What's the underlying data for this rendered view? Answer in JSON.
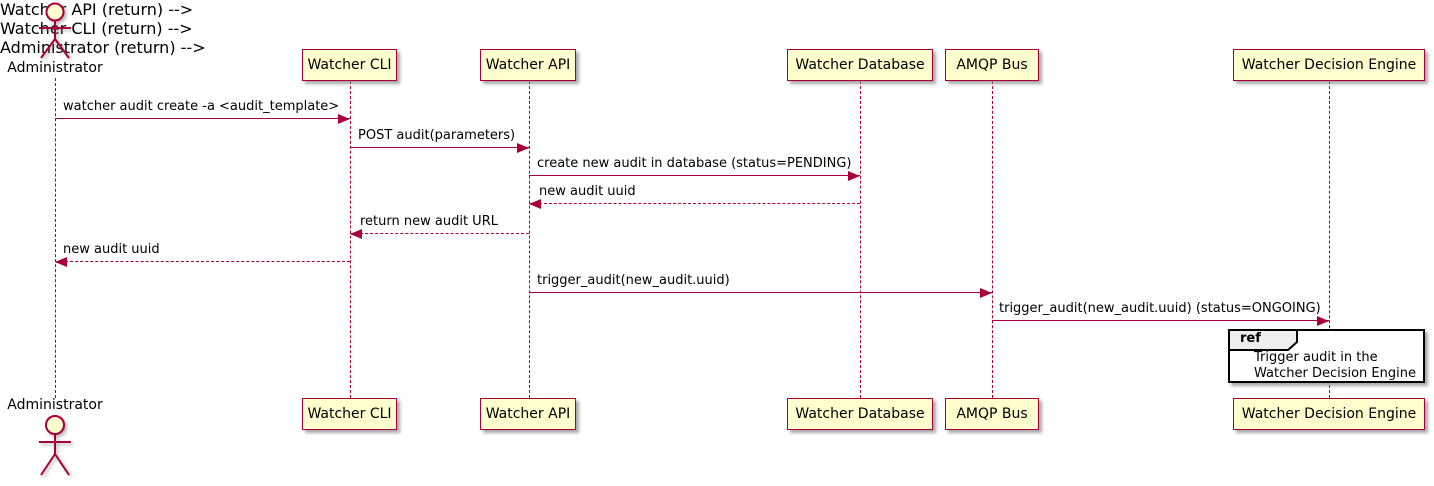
{
  "diagram": {
    "type": "uml-sequence",
    "participants": [
      {
        "name": "Administrator",
        "kind": "actor"
      },
      {
        "name": "Watcher CLI",
        "kind": "participant"
      },
      {
        "name": "Watcher API",
        "kind": "participant"
      },
      {
        "name": "Watcher Database",
        "kind": "participant"
      },
      {
        "name": "AMQP Bus",
        "kind": "participant"
      },
      {
        "name": "Watcher Decision Engine",
        "kind": "participant"
      }
    ],
    "messages": [
      {
        "from": "Administrator",
        "to": "Watcher CLI",
        "text": "watcher audit create -a <audit_template>",
        "line": "solid",
        "direction": "right"
      },
      {
        "from": "Watcher CLI",
        "to": "Watcher API",
        "text": "POST audit(parameters)",
        "line": "solid",
        "direction": "right"
      },
      {
        "from": "Watcher API",
        "to": "Watcher Database",
        "text": "create new audit in database (status=PENDING)",
        "line": "solid",
        "direction": "right"
      },
      {
        "from": "Watcher Database",
        "to": "Watcher API",
        "text": "new audit uuid",
        "line": "dashed",
        "direction": "left"
      },
      {
        "from": "Watcher API",
        "to": "Watcher CLI",
        "text": "return new audit URL",
        "line": "dashed",
        "direction": "left"
      },
      {
        "from": "Watcher CLI",
        "to": "Administrator",
        "text": "new audit uuid",
        "line": "dashed",
        "direction": "left"
      },
      {
        "from": "Watcher API",
        "to": "AMQP Bus",
        "text": "trigger_audit(new_audit.uuid)",
        "line": "solid",
        "direction": "right"
      },
      {
        "from": "AMQP Bus",
        "to": "Watcher Decision Engine",
        "text": "trigger_audit(new_audit.uuid) (status=ONGOING)",
        "line": "solid",
        "direction": "right"
      }
    ],
    "ref": {
      "keyword": "ref",
      "over": "Watcher Decision Engine",
      "lines": [
        "Trigger audit in the",
        "Watcher Decision Engine"
      ]
    },
    "colors": {
      "participant_fill": "#FEFECE",
      "participant_border": "#A80036",
      "arrow": "#A80036",
      "lifeline": "#A80036",
      "text": "#000000",
      "ref_border": "#000000",
      "ref_tab_fill": "#EEEEEE",
      "background": "#FFFFFF"
    }
  }
}
